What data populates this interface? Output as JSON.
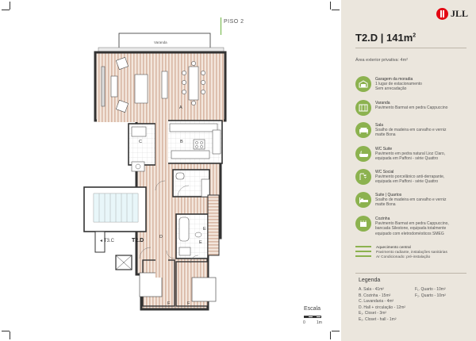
{
  "plan": {
    "floor_label": "PISO 2",
    "veranda_label": "Varanda",
    "room_letters": {
      "a": "A",
      "b": "B",
      "c": "C",
      "d": "D",
      "e1": "E",
      "e2": "E",
      "f1": "F",
      "f2": "F"
    },
    "neighbour_left": "T3.C",
    "unit_tag": "T2.D"
  },
  "panel": {
    "logo_text": "JLL",
    "title": "T2.D | 141m",
    "title_sup": "2",
    "outdoor_area": "Área exterior privativa: 4m²",
    "features": [
      {
        "icon": "garage-icon",
        "title": "Garagem da moradia",
        "lines": [
          "1 lugar de estacionamento",
          "Sem arrecadação"
        ]
      },
      {
        "icon": "veranda-icon",
        "title": "Varanda",
        "lines": [
          "Pavimento Barmat em pedra Cappuccino"
        ]
      },
      {
        "icon": "sofa-icon",
        "title": "Sala",
        "lines": [
          "Soalho de madeira em carvalho e verniz",
          "matte Bona"
        ]
      },
      {
        "icon": "bathtub-icon",
        "title": "WC Suite",
        "lines": [
          "Pavimento em pedra natural Lioz Claro,",
          "equipada em Paffoni - série Quattro"
        ]
      },
      {
        "icon": "shower-icon",
        "title": "WC Social",
        "lines": [
          "Pavimento porcelânico anti-derrapante,",
          "equipada em Paffoni - série Quattro"
        ]
      },
      {
        "icon": "bed-icon",
        "title": "Suite | Quartos",
        "lines": [
          "Soalho de madeira em carvalho e verniz",
          "matte Bona"
        ]
      },
      {
        "icon": "kitchen-icon",
        "title": "Cozinha",
        "lines": [
          "Pavimento Barmat em pedra Cappuccino,",
          "bancada Silestone, equipada totalmente",
          "equipado com eletrodomésticos SMEG"
        ]
      }
    ],
    "amenities": {
      "title": "Aquecimento central",
      "lines": [
        "Pavimento radiante, instalações sanitárias",
        "Ar Condicionado: pré-instalação"
      ]
    },
    "legend_title": "Legenda",
    "legend_left": [
      "A.  Sala - 41m²",
      "B.  Cozinha - 15m²",
      "C.  Lavandaria - 4m²",
      "D.  Hall + circulação - 12m²",
      "E₁. Closet - 3m²",
      "E₂. Closet - hall - 1m²"
    ],
    "legend_right": [
      "F₁. Quarto - 10m²",
      "F₂. Quarto - 10m²"
    ]
  },
  "scale": {
    "label": "Escala",
    "zero": "0",
    "one": "1m"
  },
  "colors": {
    "accent": "#8cb24f",
    "brand_red": "#e30613",
    "panel_bg": "#ebe6dd",
    "floor_stripe": "#c9a892"
  }
}
